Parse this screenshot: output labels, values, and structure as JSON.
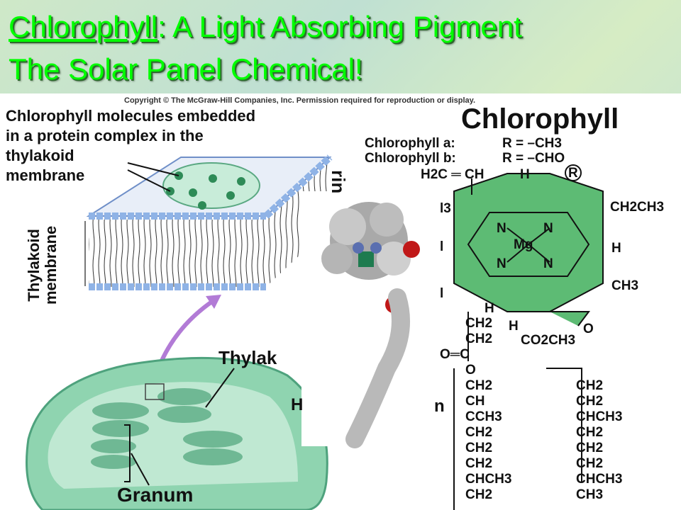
{
  "title": {
    "keyword": "Chlorophyll",
    "line1_rest": ":  A Light Absorbing Pigment",
    "line2": "The Solar Panel Chemical!"
  },
  "figure": {
    "copyright": "Copyright © The McGraw-Hill Companies, Inc. Permission required for reproduction or display.",
    "description_lines": [
      "Chlorophyll molecules embedded",
      "in a protein complex in the",
      "thylakoid",
      "membrane"
    ],
    "membrane_label": [
      "Thylakoid",
      "membrane"
    ],
    "thylakoid_label": "Thylak",
    "granum_label": "Granum",
    "h_fragment": "H",
    "n_fragment": "n",
    "rin_fragment": "rin",
    "structure_title": "Chlorophyll",
    "variants": [
      {
        "name": "Chlorophyll a:",
        "r": "R = –CH3"
      },
      {
        "name": "Chlorophyll b:",
        "r": "R = –CHO"
      }
    ],
    "ring_atoms": {
      "top_left_group": "H2C ═ CH",
      "top_h": "H",
      "r": "R",
      "right_top": "CH2CH3",
      "right_mid": "H",
      "right_bottom": "CH3",
      "mg": "Mg",
      "n": "N",
      "bottom_h1": "H",
      "bottom_h2": "H",
      "ester": "CO2CH3",
      "o": "O",
      "left_edge_1": "l3",
      "left_edge_2": "l",
      "left_edge_3": "l"
    },
    "chain_left": [
      "CH2",
      "CH2",
      "O═C",
      "O",
      "CH2",
      "CH",
      "CCH3",
      "CH2",
      "CH2",
      "CH2",
      "CHCH3",
      "CH2"
    ],
    "chain_right": [
      "CH2",
      "CH2",
      "CHCH3",
      "CH2",
      "CH2",
      "CH2",
      "CHCH3",
      "CH3"
    ]
  },
  "colors": {
    "title_green": "#00ff00",
    "porphyrin_green": "#5dbb74",
    "chloroplast_green": "#79c7a0",
    "membrane_blue": "#8fb3e6"
  }
}
